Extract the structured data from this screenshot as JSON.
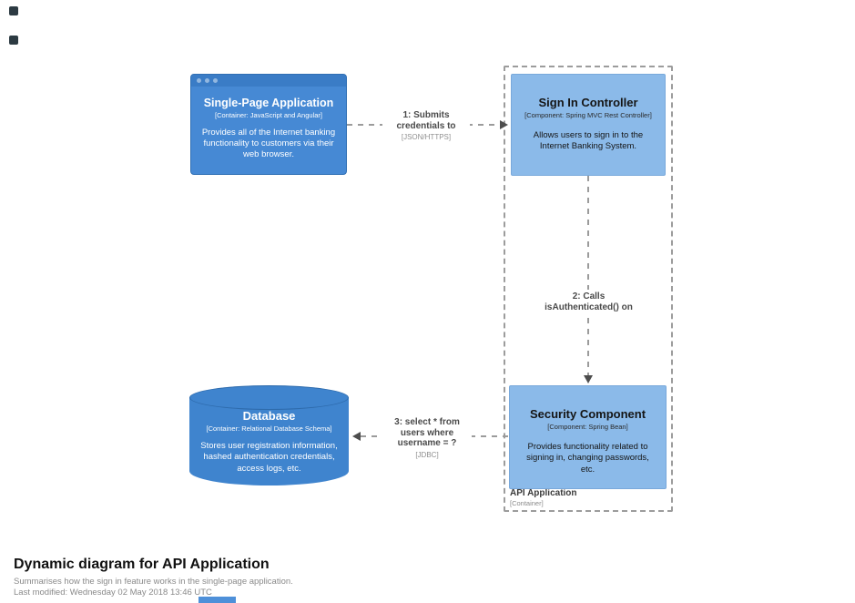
{
  "diagram": {
    "nodes": {
      "spa": {
        "title": "Single-Page Application",
        "meta": "[Container: JavaScript and Angular]",
        "desc": "Provides all of the Internet banking functionality to customers via their web browser."
      },
      "signin": {
        "title": "Sign In Controller",
        "meta": "[Component: Spring MVC Rest Controller]",
        "desc": "Allows users to sign in to the Internet Banking System."
      },
      "security": {
        "title": "Security Component",
        "meta": "[Component: Spring Bean]",
        "desc": "Provides functionality related to signing in, changing passwords, etc."
      },
      "database": {
        "title": "Database",
        "meta": "[Container: Relational Database Schema]",
        "desc": "Stores user registration information, hashed authentication credentials, access logs, etc."
      },
      "boundary": {
        "title": "API Application",
        "meta": "[Container]"
      }
    },
    "edges": {
      "e1": {
        "label": "1: Submits credentials to",
        "meta": "[JSON/HTTPS]"
      },
      "e2": {
        "label": "2: Calls isAuthenticated() on"
      },
      "e3": {
        "label": "3: select * from users where username = ?",
        "meta": "[JDBC]"
      }
    },
    "colors": {
      "container_blue": "#4689d4",
      "container_titlebar_blue": "#3a7cc6",
      "component_blue": "#8bbae9",
      "database_blue": "#3f84ce",
      "edge_gray": "#9b9b9b",
      "boundary_dash_gray": "#9c9c9c"
    },
    "icons": {
      "window_dots": "browser-window-control-dots",
      "corner_marks": "dark-square-marker",
      "bottom_bar": "blue-progress-thumb"
    }
  },
  "footer": {
    "title": "Dynamic diagram for API Application",
    "subtitle": "Summarises how the sign in feature works in the single-page application.",
    "last_modified": "Last modified: Wednesday 02 May 2018 13:46 UTC"
  }
}
